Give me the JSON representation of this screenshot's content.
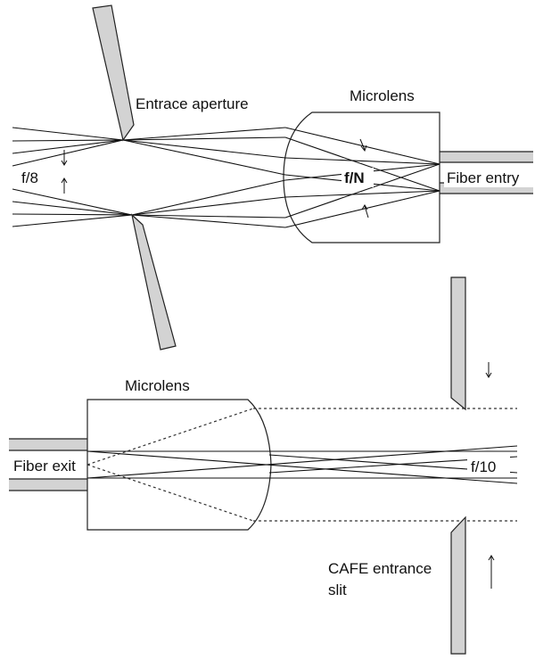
{
  "top": {
    "labels": {
      "aperture": "Entrace aperture",
      "microlens": "Microlens",
      "f8": "f/8",
      "fN": "f/N",
      "fiber_entry": "Fiber entry"
    }
  },
  "bottom": {
    "labels": {
      "microlens": "Microlens",
      "fiber_exit": "Fiber exit",
      "f10": "f/10",
      "slit_line1": "CAFE entrance",
      "slit_line2": "slit"
    }
  },
  "colors": {
    "component_fill": "#d3d3d3",
    "outline": "#222222"
  }
}
